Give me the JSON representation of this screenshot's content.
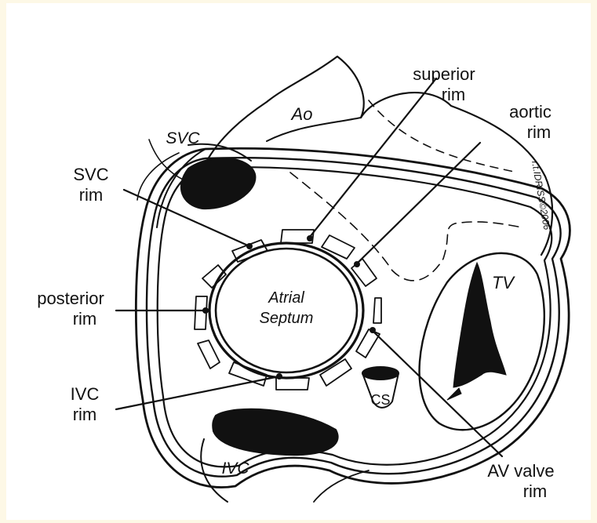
{
  "diagram": {
    "labels": {
      "superior_rim": [
        "superior",
        "rim"
      ],
      "aortic_rim": [
        "aortic",
        "rim"
      ],
      "svc_rim": [
        "SVC",
        "rim"
      ],
      "posterior_rim": [
        "posterior",
        "rim"
      ],
      "ivc_rim": [
        "IVC",
        "rim"
      ],
      "av_valve_rim": [
        "AV valve",
        "rim"
      ],
      "ao": "Ao",
      "svc": "SVC",
      "ivc": "IVC",
      "tv": "TV",
      "cs": "CS",
      "atrial_septum": [
        "Atrial",
        "Septum"
      ]
    },
    "signature": "r.t.IDRISS©2006",
    "colors": {
      "background": "#fdf8e6",
      "card": "#ffffff",
      "ink": "#111111"
    }
  }
}
